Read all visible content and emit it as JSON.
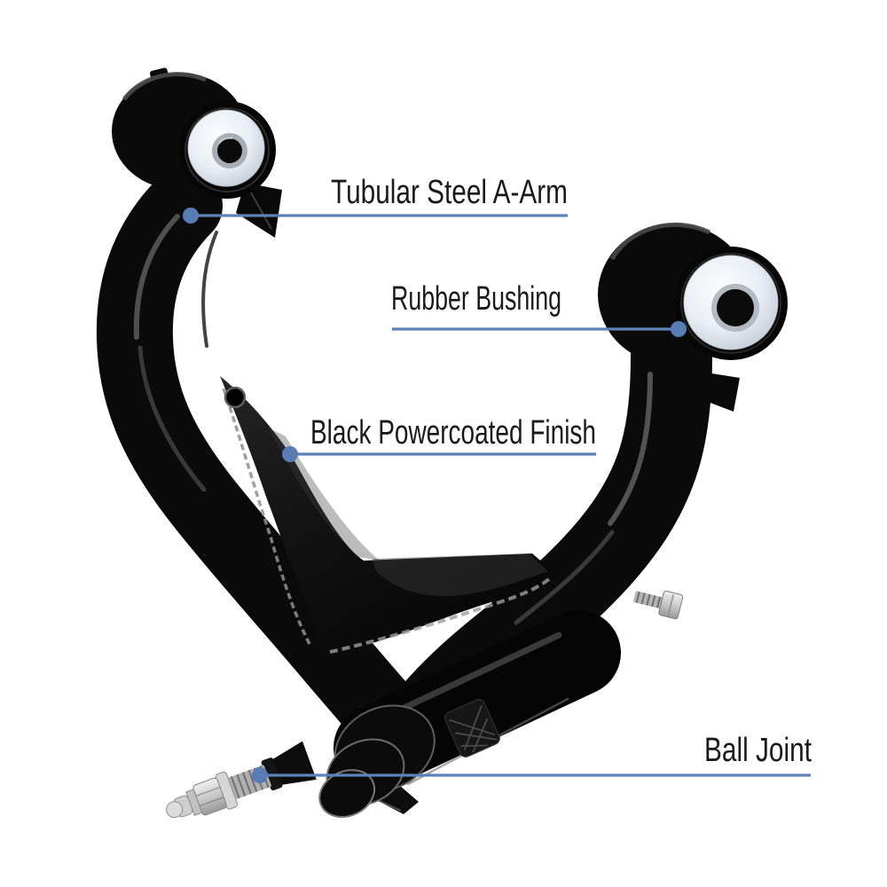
{
  "colors": {
    "leader_line": "#5d81b8",
    "dot": "#577db4",
    "label_text": "#1a1a1a"
  },
  "callouts": [
    {
      "label": "Tubular Steel A-Arm"
    },
    {
      "label": "Rubber Bushing"
    },
    {
      "label": "Black Powercoated Finish"
    },
    {
      "label": "Ball Joint"
    }
  ]
}
